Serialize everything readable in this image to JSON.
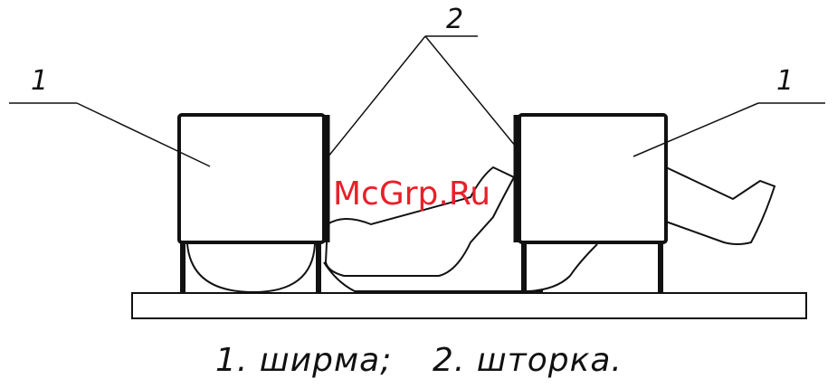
{
  "labels": {
    "callout_screen_left": "1",
    "callout_screen_right": "1",
    "callout_curtain": "2"
  },
  "caption": {
    "item1": "1.  ширма;",
    "item2": "2.  шторка."
  },
  "watermark": {
    "text": "McGrp.Ru",
    "color": "#e8202a"
  },
  "colors": {
    "ink": "#111111",
    "background": "#ffffff"
  }
}
